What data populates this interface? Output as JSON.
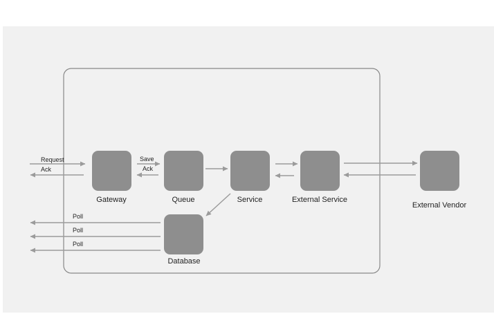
{
  "colors": {
    "canvas": "#f1f1f1",
    "node_fill": "#8e8e8e",
    "edge": "#9b9b9b",
    "boundary": "#888888",
    "text": "#222222"
  },
  "nodes": {
    "gateway": {
      "label": "Gateway",
      "icon": "rounded-square-node"
    },
    "queue": {
      "label": "Queue",
      "icon": "rounded-square-node"
    },
    "service": {
      "label": "Service",
      "icon": "rounded-square-node"
    },
    "external_service": {
      "label": "External Service",
      "icon": "rounded-square-node"
    },
    "external_vendor": {
      "label": "External Vendor",
      "icon": "rounded-square-node"
    },
    "database": {
      "label": "Database",
      "icon": "rounded-square-node"
    }
  },
  "edges": {
    "request": {
      "label": "Request",
      "from": "client",
      "to": "gateway"
    },
    "ack_gateway": {
      "label": "Ack",
      "from": "gateway",
      "to": "client"
    },
    "save": {
      "label": "Save",
      "from": "gateway",
      "to": "queue"
    },
    "ack_queue": {
      "label": "Ack",
      "from": "queue",
      "to": "gateway"
    },
    "queue_to_service": {
      "label": "",
      "from": "queue",
      "to": "service"
    },
    "service_to_external": {
      "label": "",
      "from": "service",
      "to": "external_service"
    },
    "external_to_service": {
      "label": "",
      "from": "external_service",
      "to": "service"
    },
    "external_to_vendor": {
      "label": "",
      "from": "external_service",
      "to": "external_vendor"
    },
    "vendor_to_external": {
      "label": "",
      "from": "external_vendor",
      "to": "external_service"
    },
    "service_to_database": {
      "label": "",
      "from": "service",
      "to": "database"
    },
    "poll": [
      "Poll",
      "Poll",
      "Poll"
    ]
  }
}
